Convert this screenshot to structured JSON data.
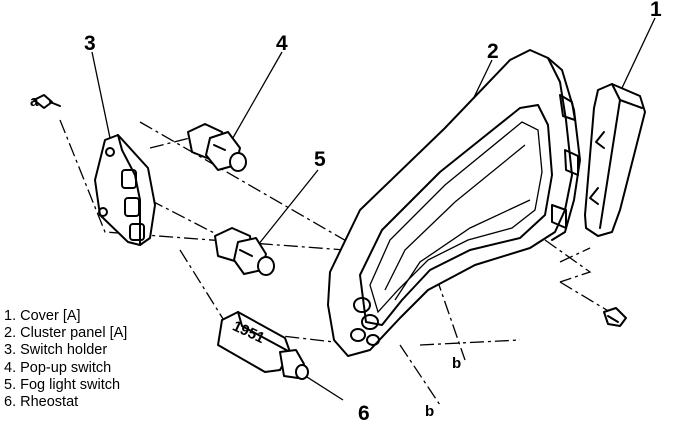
{
  "callouts": [
    "1",
    "2",
    "3",
    "4",
    "5",
    "6"
  ],
  "letters": {
    "a": "a",
    "b1": "b",
    "b2": "b"
  },
  "legend": [
    "1. Cover [A]",
    "2. Cluster panel [A]",
    "3. Switch holder",
    "4. Pop-up switch",
    "5. Fog light switch",
    "6. Rheostat"
  ],
  "switch_label": "1951"
}
